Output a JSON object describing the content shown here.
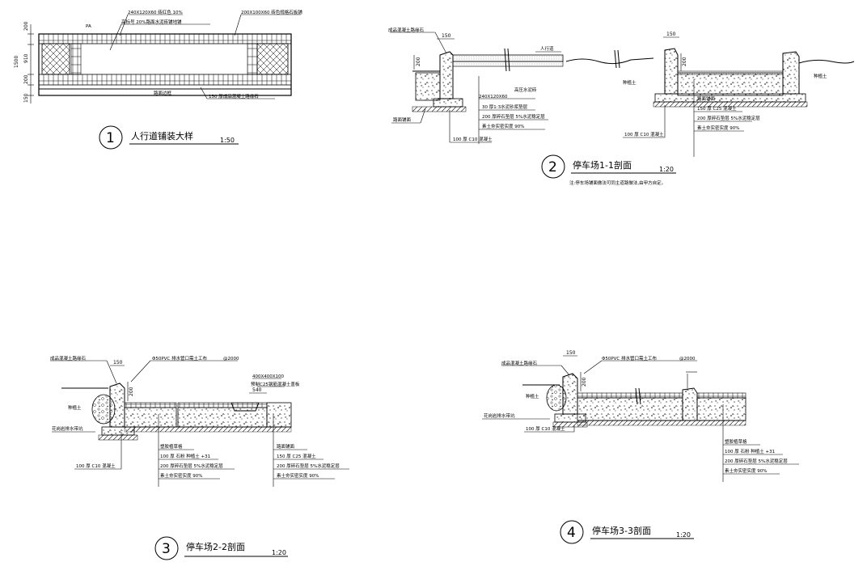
{
  "detail1": {
    "number": "1",
    "title": "人行道铺装大样",
    "scale": "1:50",
    "label_pa": "PA",
    "callout_top_left_1": "240X120X60   砖红色 10%",
    "callout_top_left_2": "高标号  20%路面水泥砖铺地铺",
    "callout_top_right": "200X100X60   砖色规格石板铺",
    "callout_bottom_1": "路面边框",
    "callout_bottom_2": "150   厚成品混凝土路缘石",
    "dims_left": [
      "200",
      "1500",
      "910",
      "200",
      "150"
    ]
  },
  "detail2": {
    "number": "2",
    "title": "停车场1-1剖面",
    "scale": "1:20",
    "note": "注:停车场铺面做法可同主道路做法,由甲方自定。",
    "callout_curb": "成品混凝土路缘石",
    "callout_walk": "人行道",
    "callout_brick_1": "240X120X60",
    "callout_brick_2": "高压水泥砖",
    "dim_150": "150",
    "dim_200": "200",
    "layers_left": [
      "30 厚1:3水泥砂浆垫层",
      "200 厚碎石垫层   5%水泥稳定层",
      "素土夯实密实度   90%"
    ],
    "layer_base_left": "100 厚 C10 混凝土",
    "side_label": "路面铺面",
    "soil_left": "种植土",
    "soil_right": "种植土",
    "layers_right_head": "路面铺面",
    "layers_right": [
      "150 厚 C25 混凝土",
      "200 厚碎石垫层  5%水泥稳定层",
      "素土夯实密实度   90%"
    ],
    "layer_base_right": "100 厚 C10 混凝土"
  },
  "detail3": {
    "number": "3",
    "title": "停车场2-2剖面",
    "scale": "1:20",
    "callout_curb": "成品混凝土路缘石",
    "callout_pipe": "Φ50PVC  排水管口需土工布",
    "callout_pipe_spacing": "@2000",
    "callout_grate": "400X400X100",
    "callout_grate_2": "预制C25钢筋混凝土盖板",
    "dim_150": "150",
    "dim_200": "200",
    "dim_540": "540",
    "soil": "种植土",
    "gravel": "花岗岩排水带坑",
    "base_concrete": "100 厚 C10 混凝土",
    "layers_left_head": "塑胶植草格",
    "layers_left": [
      "100 厚 石粉 种植土       +31",
      "200 厚碎石垫层     5%水泥稳定层",
      "素土夯实密实度   90%"
    ],
    "layers_right_head": "路面铺面",
    "layers_right": [
      "150 厚 C25 混凝土",
      "200 厚碎石垫层      5%水泥稳定层",
      "素土夯实密实度     90%"
    ]
  },
  "detail4": {
    "number": "4",
    "title": "停车场3-3剖面",
    "scale": "1:20",
    "callout_curb": "成品混凝土路缘石",
    "callout_pipe": "Φ50PVC  排水管口需土工布",
    "callout_pipe_spacing": "@2000",
    "dim_150": "150",
    "dim_200": "200",
    "soil": "种植土",
    "gravel": "花岗岩排水带坑",
    "base_concrete": "100 厚 C10 混凝土",
    "layers_head": "塑胶植草格",
    "layers": [
      "100 厚 石粉 种植土       +31",
      "200 厚碎石垫层    5%水泥稳定层",
      "素土夯实密实度    90%"
    ]
  }
}
